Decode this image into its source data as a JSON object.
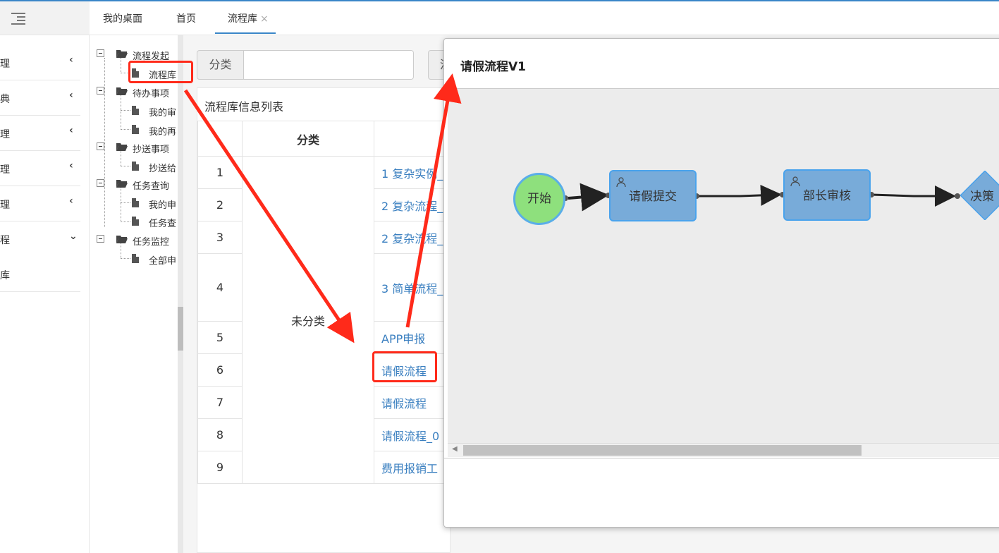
{
  "sidebar": {
    "items": [
      {
        "label": "理",
        "chev": "‹"
      },
      {
        "label": "典",
        "chev": "‹"
      },
      {
        "label": "理",
        "chev": "‹"
      },
      {
        "label": "理",
        "chev": "‹"
      },
      {
        "label": "理",
        "chev": "‹"
      },
      {
        "label": "程",
        "chev": "⌄"
      }
    ],
    "sub_item": "库"
  },
  "tabs": [
    {
      "label": "我的桌面"
    },
    {
      "label": "首页"
    },
    {
      "label": "流程库",
      "close": "×"
    }
  ],
  "tree": {
    "groups": [
      {
        "label": "流程发起",
        "children": [
          "流程库"
        ]
      },
      {
        "label": "待办事项",
        "children": [
          "我的审",
          "我的再"
        ]
      },
      {
        "label": "抄送事项",
        "children": [
          "抄送给"
        ]
      },
      {
        "label": "任务查询",
        "children": [
          "我的申",
          "任务查"
        ]
      },
      {
        "label": "任务监控",
        "children": [
          "全部申"
        ]
      }
    ]
  },
  "filter": {
    "label": "分类",
    "second_label": "流",
    "value": ""
  },
  "list": {
    "title": "流程库信息列表",
    "headers": [
      "",
      "分类",
      ""
    ],
    "category": "未分类",
    "rows": [
      {
        "idx": "1",
        "name": "1 复杂实例_"
      },
      {
        "idx": "2",
        "name": "2 复杂流程_"
      },
      {
        "idx": "3",
        "name": "2 复杂流程_"
      },
      {
        "idx": "4",
        "name": "3 简单流程_"
      },
      {
        "idx": "5",
        "name": "APP申报"
      },
      {
        "idx": "6",
        "name": "请假流程"
      },
      {
        "idx": "7",
        "name": "请假流程"
      },
      {
        "idx": "8",
        "name": "请假流程_0"
      },
      {
        "idx": "9",
        "name": "费用报销工"
      }
    ]
  },
  "modal": {
    "title": "请假流程V1",
    "nodes": {
      "start": "开始",
      "task1": "请假提交",
      "task2": "部长审核",
      "decision": "决策"
    }
  },
  "colors": {
    "accent": "#3a86c8",
    "link": "#3a7fc0",
    "highlight": "#ff2a1a",
    "start": "#8ee07d",
    "task": "#78abd9"
  }
}
